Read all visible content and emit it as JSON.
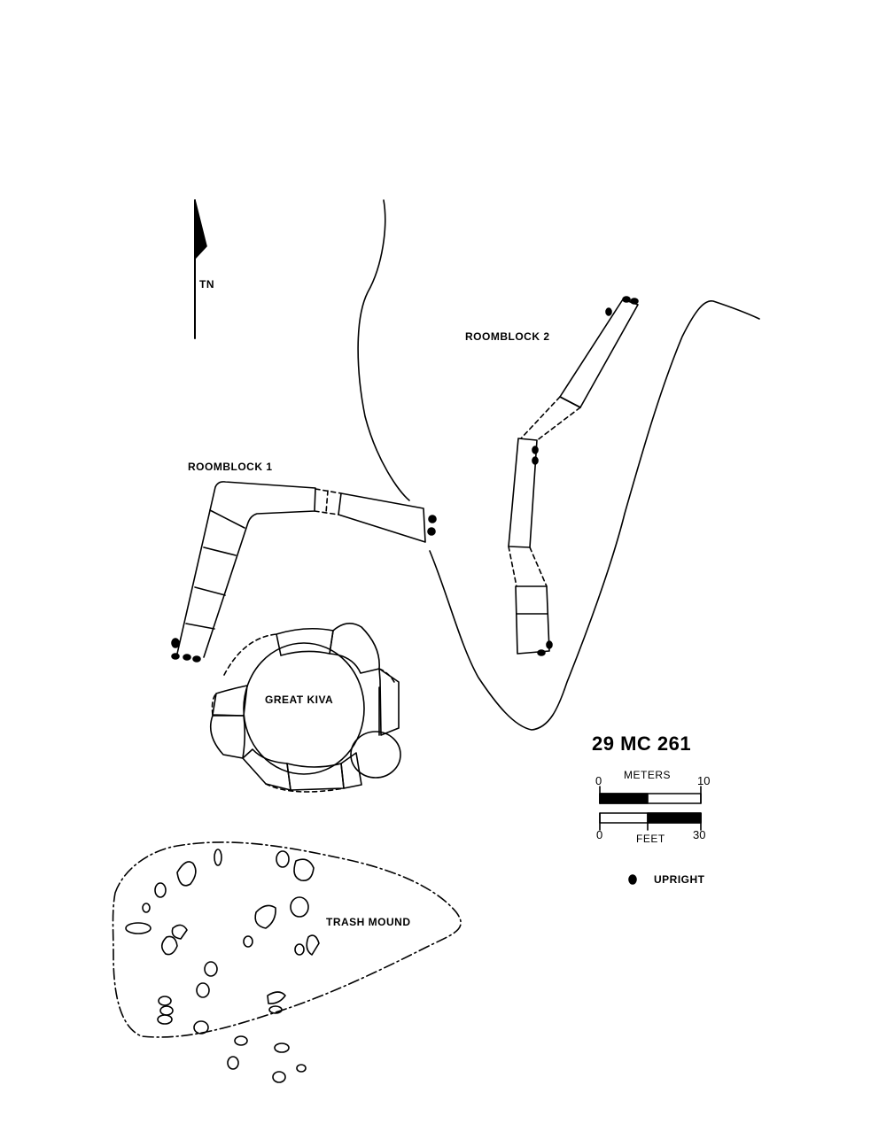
{
  "north_arrow": {
    "label": "TN"
  },
  "features": {
    "roomblock_1": "ROOMBLOCK 1",
    "roomblock_2": "ROOMBLOCK 2",
    "great_kiva": "GREAT KIVA",
    "trash_mound": "TRASH MOUND"
  },
  "site_number": "29 MC 261",
  "scale": {
    "meters_label": "METERS",
    "meters_min": "0",
    "meters_max": "10",
    "feet_label": "FEET",
    "feet_min": "0",
    "feet_max": "30"
  },
  "legend": {
    "upright_label": "UPRIGHT"
  },
  "icons": [
    "north-arrow-icon",
    "upright-stone-icon"
  ]
}
